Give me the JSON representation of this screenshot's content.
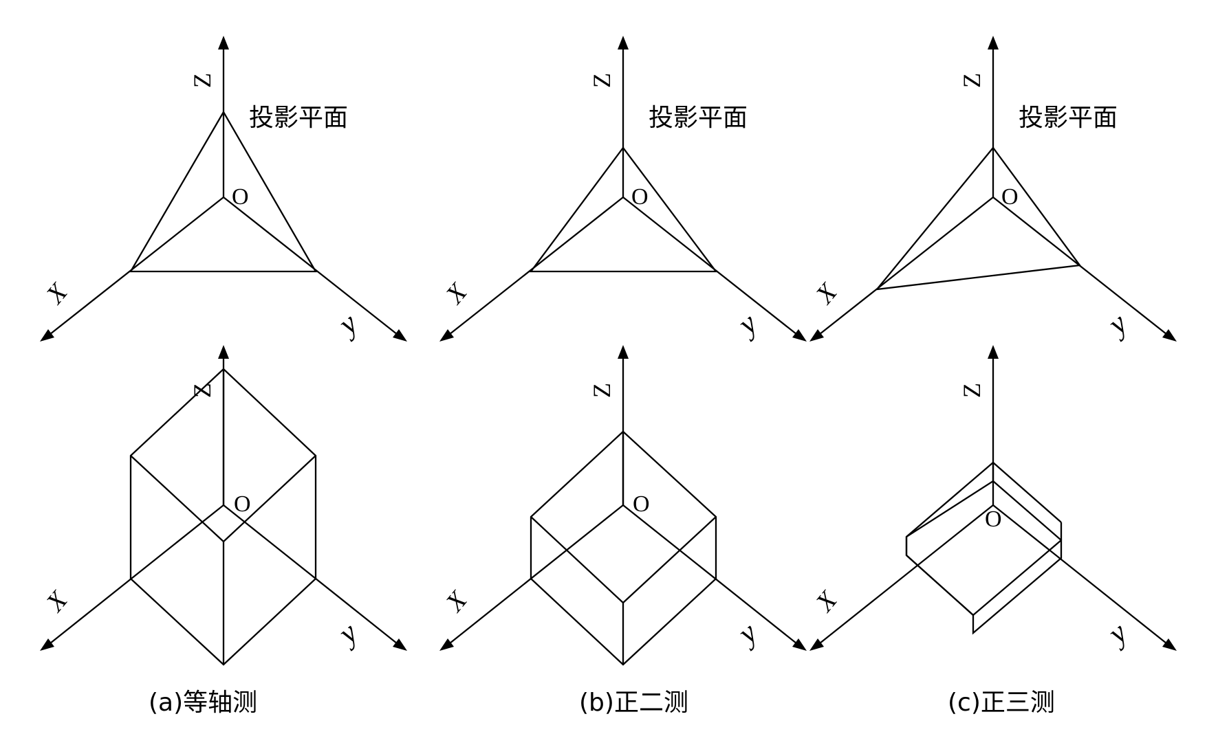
{
  "projection_plane_label": "投影平面",
  "axes": {
    "x": "X",
    "y": "y",
    "z": "Z",
    "origin": "O"
  },
  "captions": {
    "a": "(a)等轴测",
    "b": "(b)正二测",
    "c": "(c)正三测"
  }
}
